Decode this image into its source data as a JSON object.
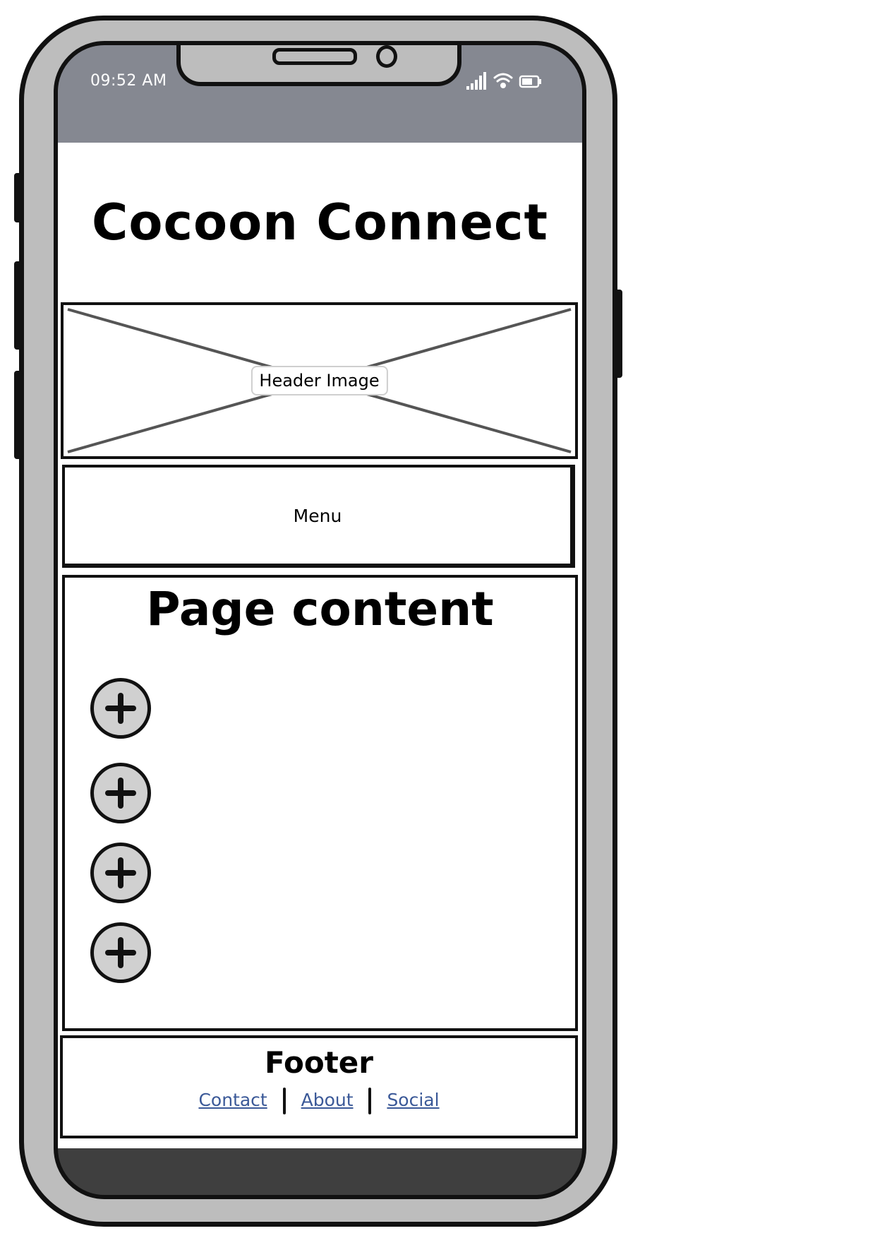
{
  "status_bar": {
    "time": "09:52 AM",
    "icons": [
      "signal-icon",
      "wifi-icon",
      "battery-icon"
    ]
  },
  "app": {
    "title": "Cocoon Connect"
  },
  "header_image": {
    "label": "Header Image"
  },
  "menu": {
    "label": "Menu"
  },
  "content": {
    "title": "Page content",
    "add_buttons": [
      "plus-icon",
      "plus-icon",
      "plus-icon",
      "plus-icon"
    ]
  },
  "footer": {
    "title": "Footer",
    "links": [
      "Contact",
      "About",
      "Social"
    ],
    "link_color": "#3b5998"
  },
  "colors": {
    "status_bar": "#858891",
    "phone_body": "#bdbdbd",
    "bottom_bezel": "#3f3f3f",
    "button_fill": "#d0d0d0"
  }
}
